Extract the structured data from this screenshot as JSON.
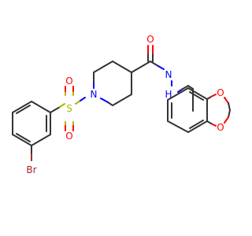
{
  "colors": {
    "bond": "#333333",
    "oxygen": "#ff0000",
    "nitrogen": "#0000ff",
    "sulfur": "#b3b300",
    "bromine": "#a52a2a",
    "background": "#ffffff"
  },
  "atoms": {
    "carbonyl_oxygen": "O",
    "amide_nitrogen": "N",
    "amide_hydrogen": "H",
    "piperidine_nitrogen": "N",
    "sulfur": "S",
    "sulfonyl_oxygen_top": "O",
    "sulfonyl_oxygen_bottom": "O",
    "dioxole_oxygen_top": "O",
    "dioxole_oxygen_bottom": "O",
    "bromine": "Br"
  }
}
